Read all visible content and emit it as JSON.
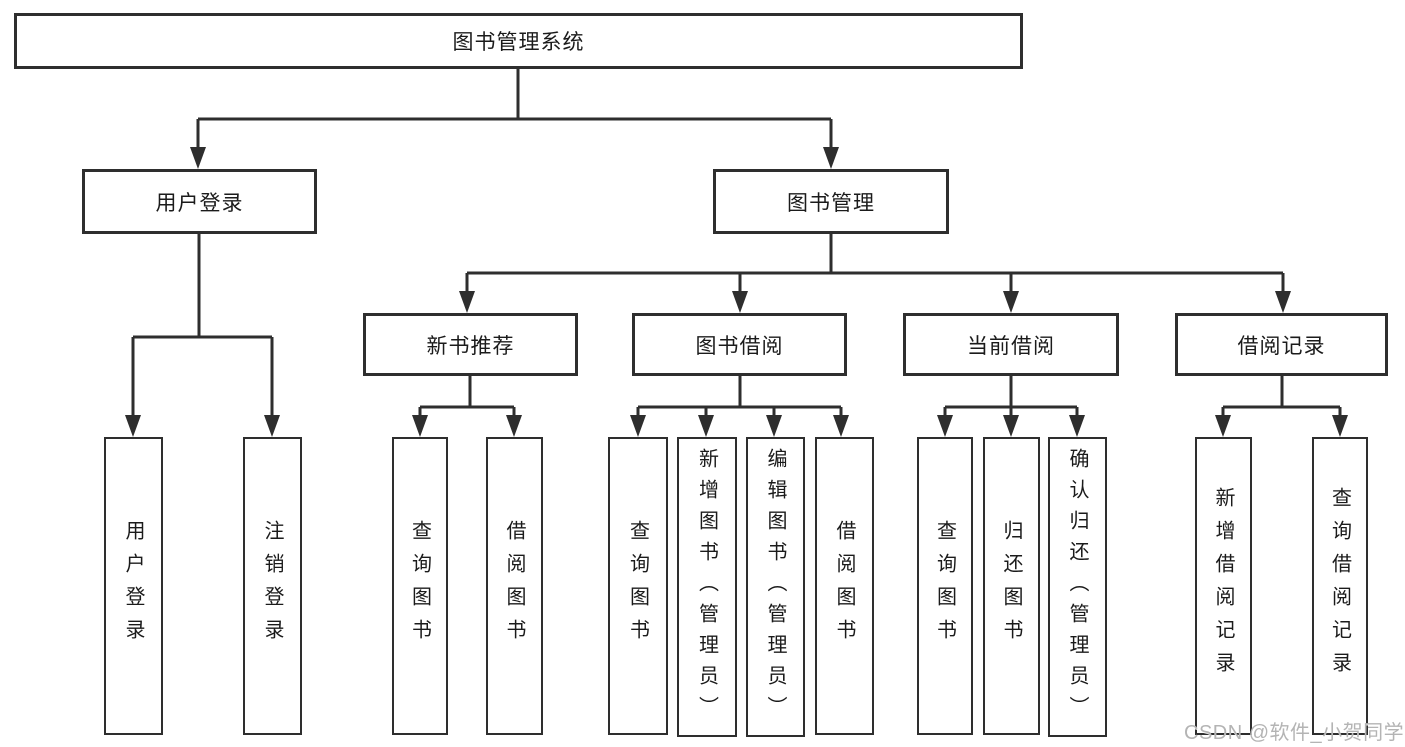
{
  "title": "图书管理系统",
  "watermark": "CSDN @软件_小贺同学",
  "colors": {
    "line": "#2e2e2e",
    "text": "#1b1b1b",
    "watermark": "#b4b4b4",
    "background": "#ffffff"
  },
  "nodes": {
    "root": {
      "label": "图书管理系统"
    },
    "level1": [
      {
        "label": "用户登录"
      },
      {
        "label": "图书管理"
      }
    ],
    "level2": [
      {
        "label": "新书推荐",
        "parent": "图书管理"
      },
      {
        "label": "图书借阅",
        "parent": "图书管理"
      },
      {
        "label": "当前借阅",
        "parent": "图书管理"
      },
      {
        "label": "借阅记录",
        "parent": "图书管理"
      }
    ],
    "leaves": [
      {
        "label": "用户登录",
        "parent": "用户登录"
      },
      {
        "label": "注销登录",
        "parent": "用户登录"
      },
      {
        "label": "查询图书",
        "parent": "新书推荐"
      },
      {
        "label": "借阅图书",
        "parent": "新书推荐"
      },
      {
        "label": "查询图书",
        "parent": "图书借阅"
      },
      {
        "label": "新增图书（管理员）",
        "parent": "图书借阅"
      },
      {
        "label": "编辑图书（管理员）",
        "parent": "图书借阅"
      },
      {
        "label": "借阅图书",
        "parent": "图书借阅"
      },
      {
        "label": "查询图书",
        "parent": "当前借阅"
      },
      {
        "label": "归还图书",
        "parent": "当前借阅"
      },
      {
        "label": "确认归还（管理员）",
        "parent": "当前借阅"
      },
      {
        "label": "新增借阅记录",
        "parent": "借阅记录"
      },
      {
        "label": "查询借阅记录",
        "parent": "借阅记录"
      }
    ]
  }
}
